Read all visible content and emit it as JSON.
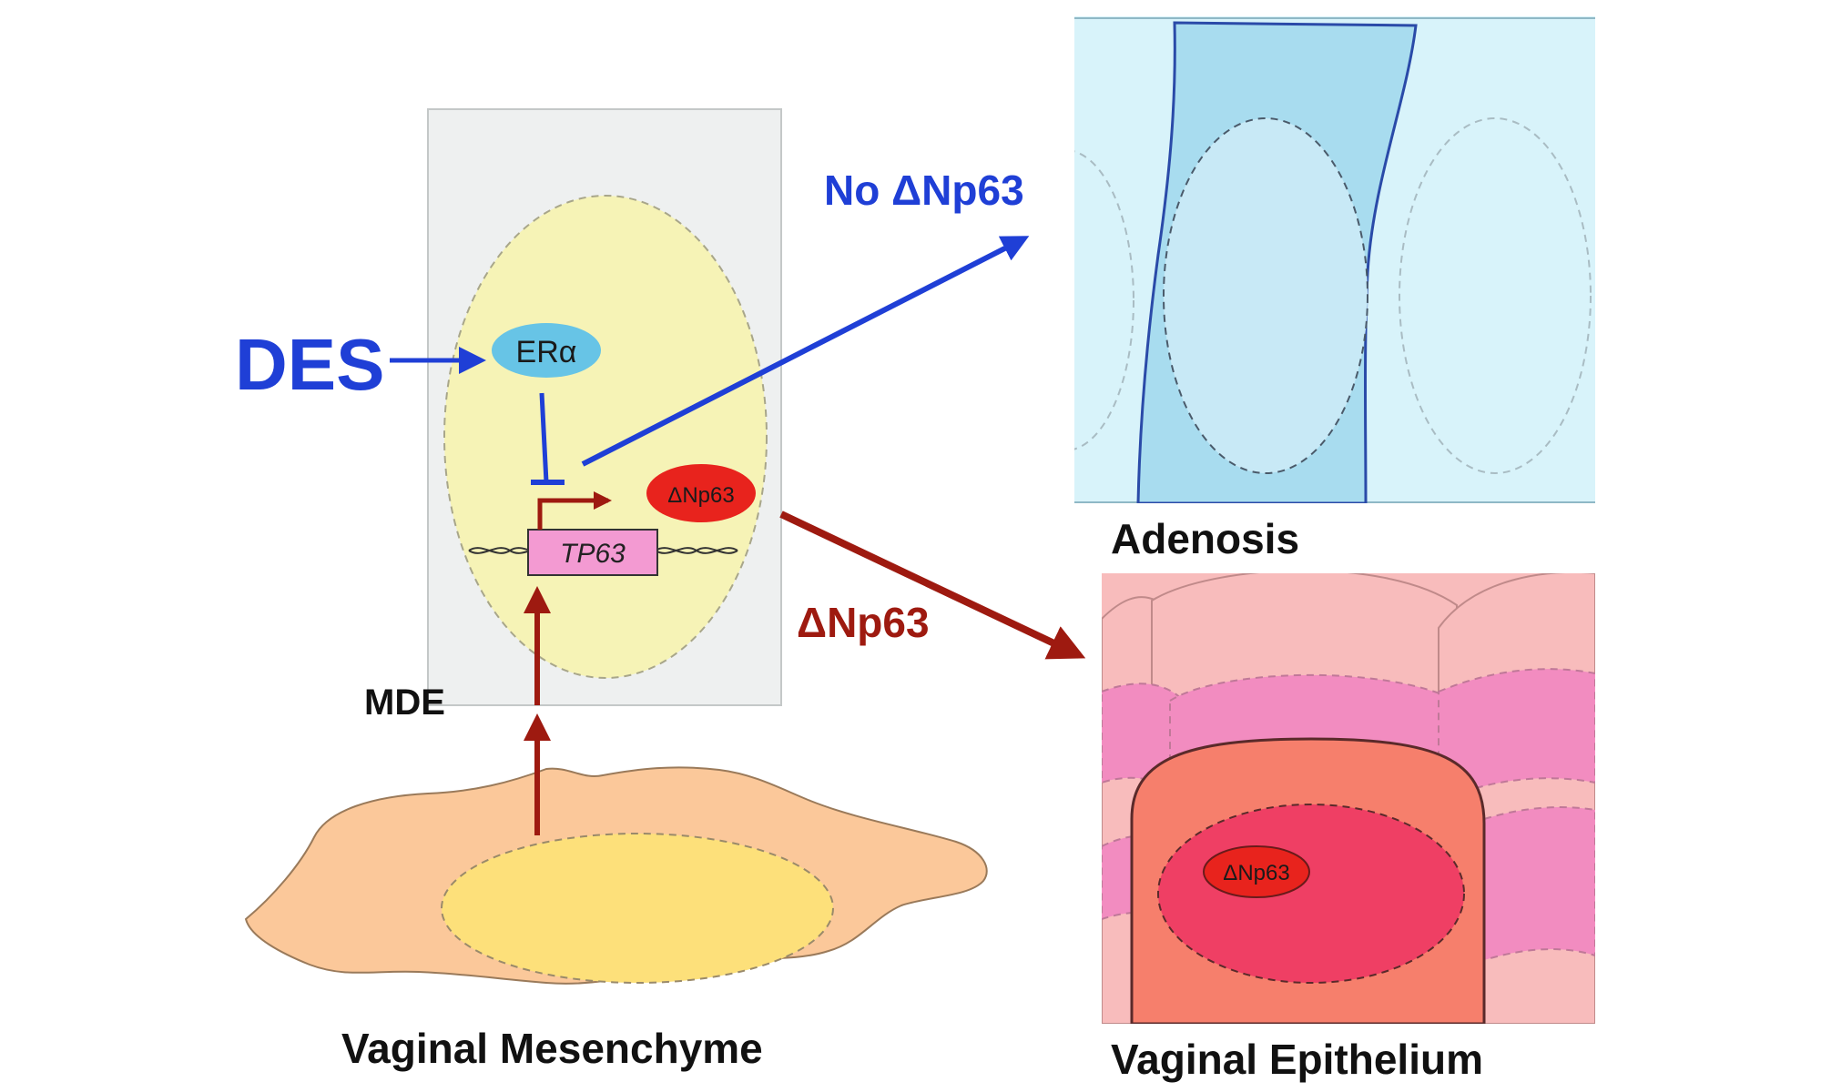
{
  "labels": {
    "des": "DES",
    "er_alpha": "ERα",
    "dnp63_gene_product": "ΔNp63",
    "tp63": "TP63",
    "mde": "MDE",
    "no_dnp63": "No ΔNp63",
    "dnp63_arrow": "ΔNp63",
    "adenosis": "Adenosis",
    "vaginal_epithelium": "Vaginal Epithelium",
    "vaginal_mesenchyme": "Vaginal Mesenchyme",
    "epithelium_nucleus_protein": "ΔNp63"
  },
  "colors": {
    "blue": "#1f3fd6",
    "dark_red": "#9e1a10",
    "nucleus_yellow": "#f6f3b6",
    "cell_gray": "#eef0f0",
    "er_cyan": "#67c4e6",
    "dnp63_red": "#e8231d",
    "tp63_pink": "#f39ad2",
    "mesenchyme_orange": "#fbc89a",
    "mesenchyme_nucleus": "#fde07a",
    "adenosis_light": "#d8f3fa",
    "adenosis_cell": "#a8dcef",
    "epi_pink": "#f8bcbc",
    "epi_band": "#f28cc0",
    "epi_cell": "#f67f6c",
    "epi_nucleus": "#ef3f64"
  }
}
